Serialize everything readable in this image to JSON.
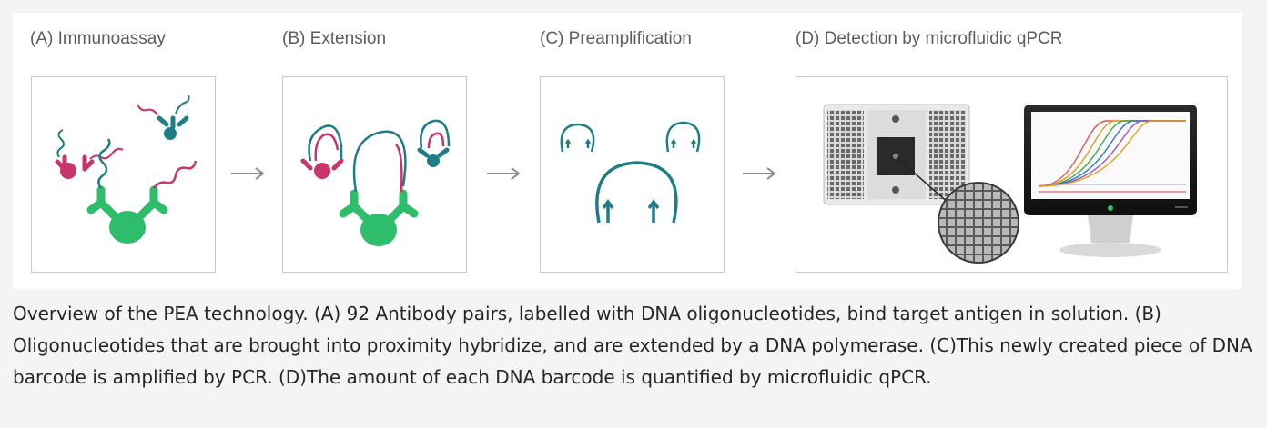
{
  "steps": [
    {
      "title": "(A) Immunoassay"
    },
    {
      "title": "(B) Extension"
    },
    {
      "title": "(C) Preamplification"
    },
    {
      "title": "(D) Detection by microfluidic qPCR"
    }
  ],
  "colors": {
    "green": "#2ebd6b",
    "magenta": "#c7356a",
    "teal": "#1f7d86",
    "arrow": "#8a8a8a"
  },
  "icons": [
    "arrow-right-icon",
    "antibody-icon",
    "dna-strand-icon",
    "microfluidic-chip-icon",
    "monitor-icon"
  ],
  "caption": "Overview of the PEA technology. (A) 92 Antibody pairs, labelled with DNA oligonucleotides, bind target antigen in solution. (B) Oligonucleotides that are brought into proximity hybridize, and are extended by a DNA polymerase. (C)This newly created piece of DNA barcode is amplified by PCR. (D)The amount of each DNA barcode is quantified by microfluidic qPCR."
}
